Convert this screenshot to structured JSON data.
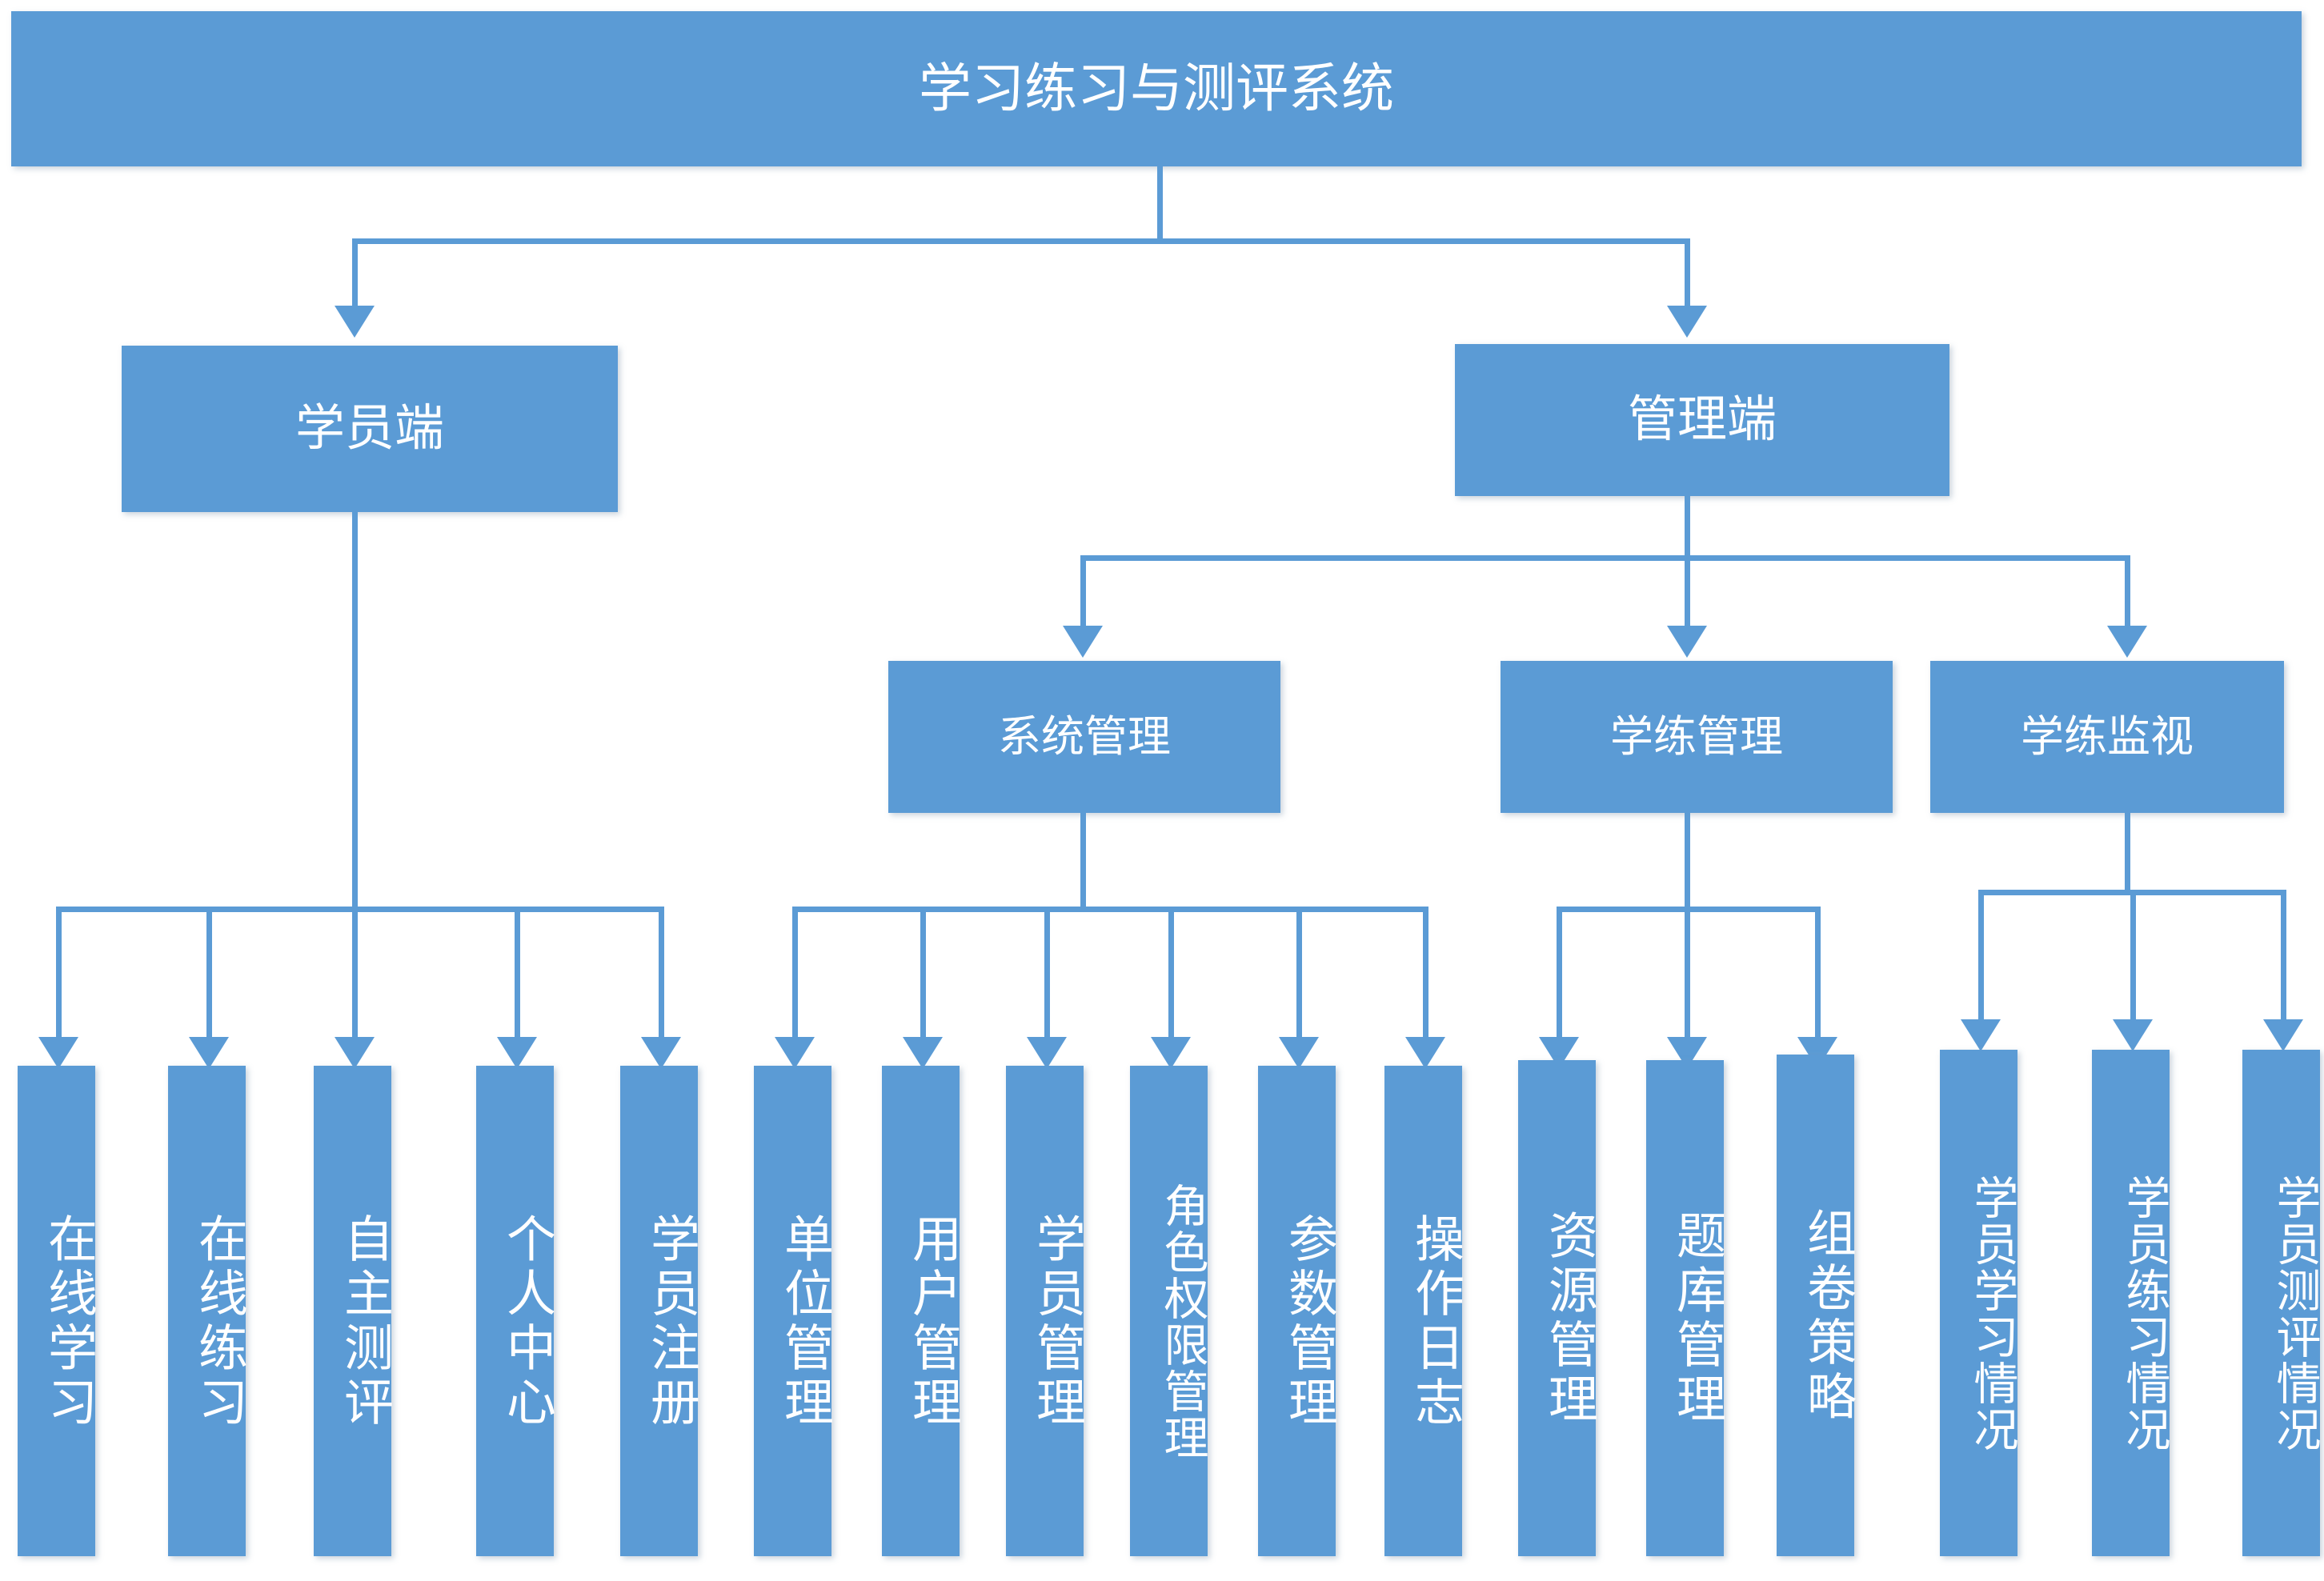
{
  "theme": {
    "accent": "#5B9BD5",
    "node_text": "#FFFFFF",
    "background": "#FFFFFF",
    "connector": "#5B9BD5"
  },
  "diagram": {
    "type": "organization-chart",
    "title": "学习练习与测评系统",
    "orientation": "top-down",
    "levels": 4
  },
  "root": {
    "label": "学习练习与测评系统"
  },
  "level1": [
    {
      "id": "student-client",
      "label": "学员端"
    },
    {
      "id": "admin-client",
      "label": "管理端"
    }
  ],
  "level2": [
    {
      "id": "system-management",
      "label": "系统管理",
      "parent": "admin-client"
    },
    {
      "id": "learning-management",
      "label": "学练管理",
      "parent": "admin-client"
    },
    {
      "id": "learning-monitoring",
      "label": "学练监视",
      "parent": "admin-client"
    }
  ],
  "leaves": {
    "student_client": [
      {
        "id": "online-study",
        "label": "在线学习"
      },
      {
        "id": "online-practice",
        "label": "在线练习"
      },
      {
        "id": "self-assessment",
        "label": "自主测评"
      },
      {
        "id": "personal-center",
        "label": "个人中心"
      },
      {
        "id": "student-registration",
        "label": "学员注册"
      }
    ],
    "system_management": [
      {
        "id": "unit-management",
        "label": "单位管理"
      },
      {
        "id": "user-management",
        "label": "用户管理"
      },
      {
        "id": "student-management",
        "label": "学员管理"
      },
      {
        "id": "role-permission-management",
        "label": "角色权限管理"
      },
      {
        "id": "parameter-management",
        "label": "参数管理"
      },
      {
        "id": "operation-log",
        "label": "操作日志"
      }
    ],
    "learning_management": [
      {
        "id": "resource-management",
        "label": "资源管理"
      },
      {
        "id": "question-bank-management",
        "label": "题库管理"
      },
      {
        "id": "paper-composition-strategy",
        "label": "组卷策略"
      }
    ],
    "learning_monitoring": [
      {
        "id": "student-study-status",
        "label": "学员学习情况"
      },
      {
        "id": "student-practice-status",
        "label": "学员练习情况"
      },
      {
        "id": "student-assessment-status",
        "label": "学员测评情况"
      }
    ]
  }
}
